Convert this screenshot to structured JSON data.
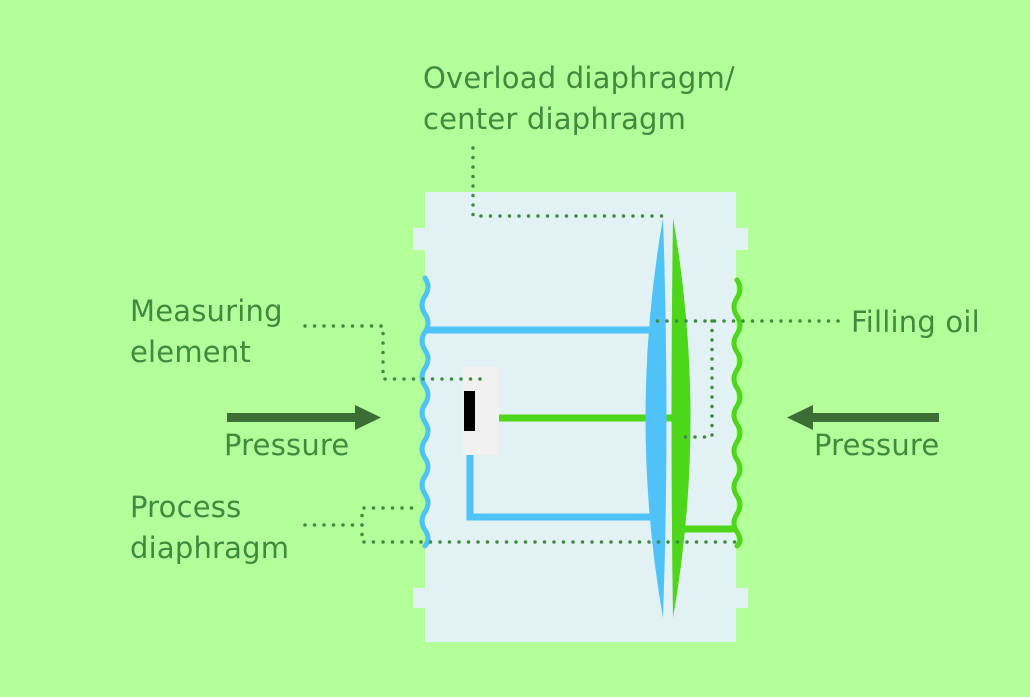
{
  "labels": {
    "overload_diaphragm": {
      "line1": "Overload diaphragm/",
      "line2": "center diaphragm"
    },
    "measuring_element": {
      "line1": "Measuring",
      "line2": "element"
    },
    "filling_oil": "Filling oil",
    "pressure_left": "Pressure",
    "pressure_right": "Pressure",
    "process_diaphragm": {
      "line1": "Process",
      "line2": "diaphragm"
    }
  },
  "colors": {
    "background": "#b3ff99",
    "body": "#e2f2f4",
    "blue_oil": "#4fc3f7",
    "green_oil": "#4ed71a",
    "arrow": "#3a6e34",
    "leader_line": "#3f8a3d",
    "sensor_chip": "#f1f1f1",
    "sensor_bar": "#000000",
    "text": "#3f8a3d"
  }
}
